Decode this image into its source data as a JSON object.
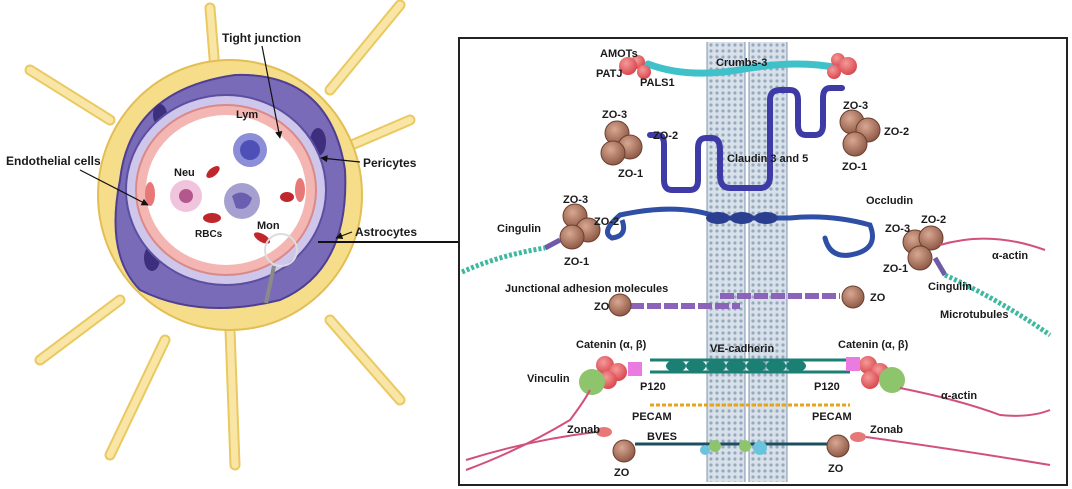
{
  "left_panel": {
    "tight_junction": "Tight junction",
    "endothelial_cells": "Endothelial cells",
    "pericytes": "Pericytes",
    "astrocytes": "Astrocytes",
    "lym": "Lym",
    "neu": "Neu",
    "mon": "Mon",
    "rbcs": "RBCs"
  },
  "right_panel": {
    "amots": "AMOTs",
    "patj": "PATJ",
    "pals1": "PALS1",
    "crumbs3": "Crumbs-3",
    "zo3_left": "ZO-3",
    "zo2_left": "ZO-2",
    "zo1_left": "ZO-1",
    "claudin": "Claudin 3 and 5",
    "zo3_right": "ZO-3",
    "zo2_right": "ZO-2",
    "zo1_right": "ZO-1",
    "occludin": "Occludin",
    "zo3_occ_left": "ZO-3",
    "zo2_occ_left": "ZO-2",
    "zo1_occ_left": "ZO-1",
    "cingulin_left": "Cingulin",
    "zo3_occ_right": "ZO-3",
    "zo2_occ_right": "ZO-2",
    "zo1_occ_right": "ZO-1",
    "alpha_actin_top": "α-actin",
    "cingulin_right": "Cingulin",
    "jam": "Junctional adhesion molecules",
    "zo_jam_left": "ZO",
    "zo_jam_right": "ZO",
    "microtubules": "Microtubules",
    "catenin_left": "Catenin (α, β)",
    "ve_cadherin": "VE-cadherin",
    "catenin_right": "Catenin (α, β)",
    "vinculin": "Vinculin",
    "p120_left": "P120",
    "p120_right": "P120",
    "alpha_actin_bottom": "α-actin",
    "pecam_left": "PECAM",
    "pecam_right": "PECAM",
    "zonab_left": "Zonab",
    "bves": "BVES",
    "zonab_right": "Zonab",
    "zo_bottom_left": "ZO",
    "zo_bottom_right": "ZO"
  },
  "colors": {
    "astrocyte": "#f6dd8a",
    "pericyte": "#7a6bb8",
    "endothelium": "#f3b6b3",
    "rbc": "#c0272d",
    "membrane": "#9fb3c8",
    "claudin": "#3e3aa6",
    "occludin": "#2f4fa6",
    "zo": "#a8725e",
    "cadherin": "#1b7f73",
    "pecam": "#e8a317",
    "actin": "#d2507e"
  }
}
